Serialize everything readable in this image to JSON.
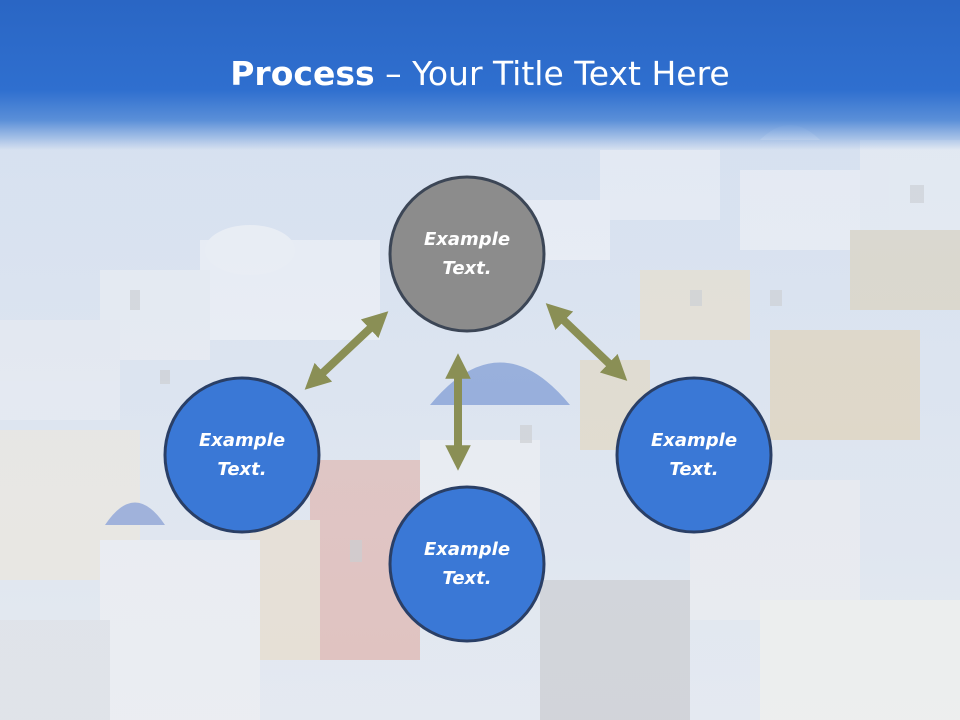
{
  "title": {
    "bold_part": "Process",
    "separator": " – ",
    "rest": "Your Title Text Here"
  },
  "nodes": [
    {
      "id": "top",
      "line1": "Example",
      "line2": "Text.",
      "fill": "#8c8c8c"
    },
    {
      "id": "left",
      "line1": "Example",
      "line2": "Text.",
      "fill": "#3a78d6"
    },
    {
      "id": "right",
      "line1": "Example",
      "line2": "Text.",
      "fill": "#3a78d6"
    },
    {
      "id": "bottom",
      "line1": "Example",
      "line2": "Text.",
      "fill": "#3a78d6"
    }
  ],
  "colors": {
    "header": "#2f6fcf",
    "node_stroke": "#3c4656",
    "arrow": "#8a8f55"
  },
  "icons": [
    "double-arrow-icon"
  ]
}
